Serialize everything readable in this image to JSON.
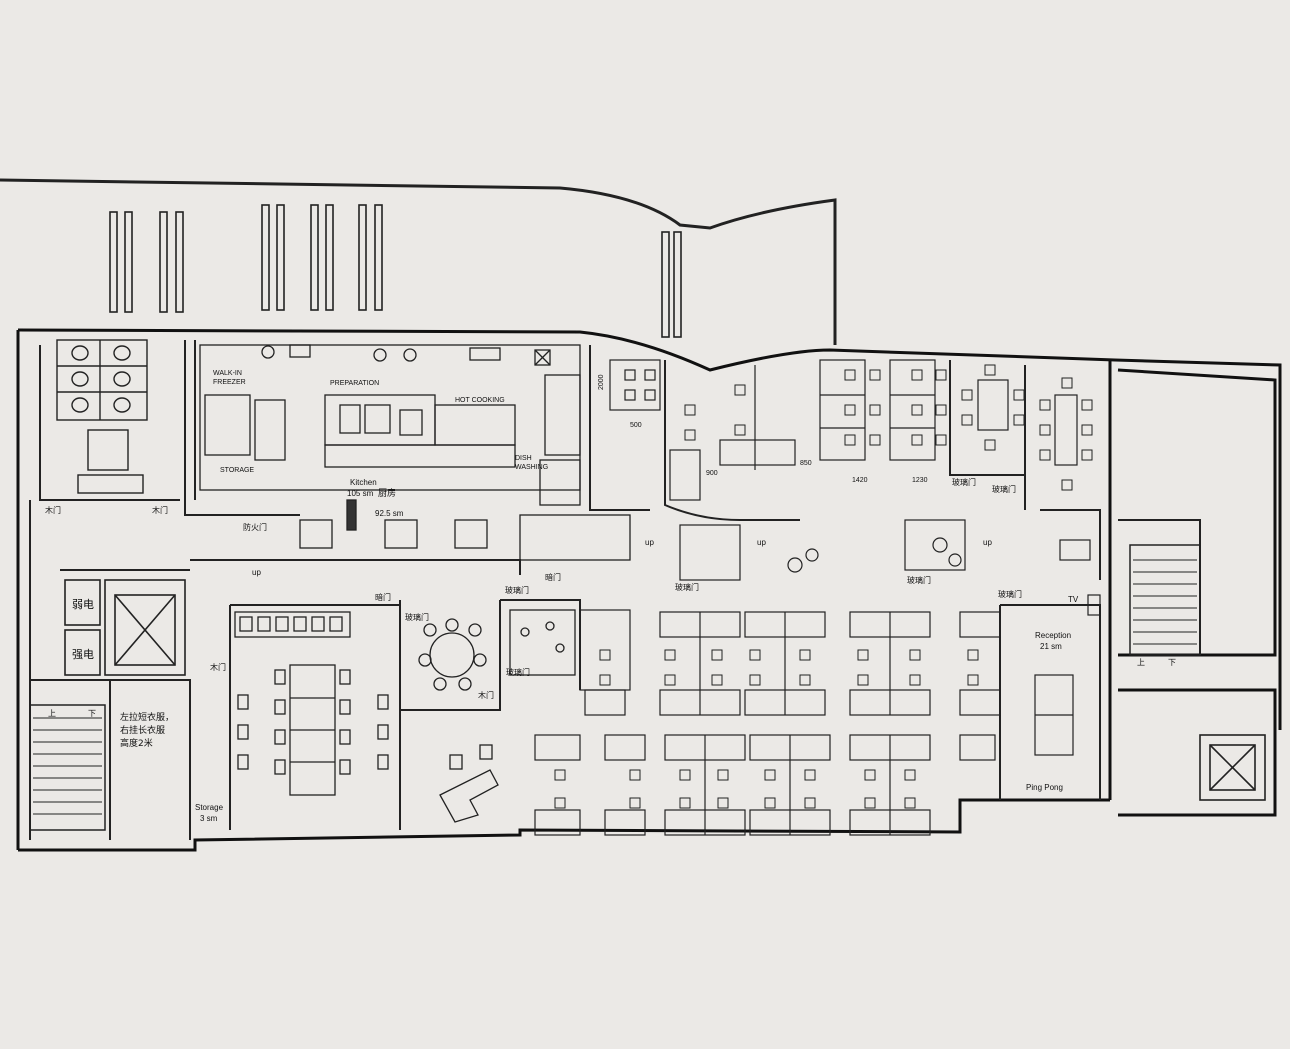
{
  "labels": {
    "walk_in_freezer_1": "WALK-IN",
    "walk_in_freezer_2": "FREEZER",
    "storage_kitchen": "STORAGE",
    "preparation": "PREPARATION",
    "hot_cooking": "HOT COOKING",
    "dish_washing_1": "DISH",
    "dish_washing_2": "WASHING",
    "kitchen_en": "Kitchen",
    "kitchen_area_en": "105 sm",
    "kitchen_cn": "厨房",
    "kitchen_area_cn": "92.5 sm",
    "fire_door": "防火门",
    "wood_door_1": "木门",
    "wood_door_2": "木门",
    "wood_door_3": "木门",
    "wood_door_4": "木门",
    "weak_current": "弱电",
    "strong_current": "强电",
    "hidden_door_1": "暗门",
    "hidden_door_2": "暗门",
    "glass_door_1": "玻璃门",
    "glass_door_2": "玻璃门",
    "glass_door_3": "玻璃门",
    "glass_door_4": "玻璃门",
    "glass_door_5": "玻璃门",
    "glass_door_6": "玻璃门",
    "glass_door_7": "玻璃门",
    "glass_door_8": "玻璃门",
    "wardrobe_note_1": "左拉短衣服，",
    "wardrobe_note_2": "右挂长衣服",
    "wardrobe_note_3": "高度2米",
    "storage": "Storage",
    "storage_area": "3 sm",
    "reception": "Reception",
    "reception_area": "21 sm",
    "tv": "TV",
    "ping_pong": "Ping Pong",
    "up_1": "up",
    "up_2": "up",
    "up_3": "up",
    "up_4": "up",
    "stair_up_1": "上",
    "stair_down_1": "下",
    "stair_up_2": "上",
    "stair_down_2": "下"
  },
  "dimensions": {
    "d2000": "2000",
    "d500": "500",
    "d900": "900",
    "d850": "850",
    "d1420": "1420",
    "d1230": "1230"
  }
}
